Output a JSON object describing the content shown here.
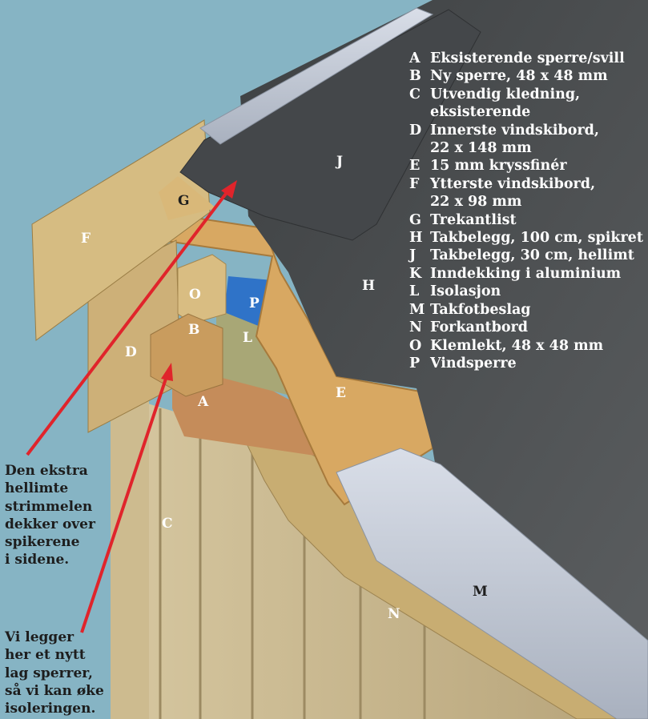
{
  "legend": [
    {
      "code": "A",
      "text": "Eksisterende sperre/svill"
    },
    {
      "code": "B",
      "text": "Ny sperre, 48 x 48 mm"
    },
    {
      "code": "C",
      "text": "Utvendig kledning,\neksisterende"
    },
    {
      "code": "D",
      "text": "Innerste vindskibord,\n22 x 148 mm"
    },
    {
      "code": "E",
      "text": "15 mm kryssfinér"
    },
    {
      "code": "F",
      "text": "Ytterste vindskibord,\n22 x 98 mm"
    },
    {
      "code": "G",
      "text": "Trekantlist"
    },
    {
      "code": "H",
      "text": "Takbelegg, 100 cm, spikret"
    },
    {
      "code": "J",
      "text": "Takbelegg, 30 cm, hellimt"
    },
    {
      "code": "K",
      "text": "Inndekking i aluminium"
    },
    {
      "code": "L",
      "text": "Isolasjon"
    },
    {
      "code": "M",
      "text": "Takfotbeslag"
    },
    {
      "code": "N",
      "text": "Forkantbord"
    },
    {
      "code": "O",
      "text": "Klemlekt, 48 x 48 mm"
    },
    {
      "code": "P",
      "text": "Vindsperre"
    }
  ],
  "callouts": {
    "strip": "Den ekstra\nhellimte\nstrimmelen\ndekker over\nspikerene\ni sidene.",
    "rafters": "Vi legger\nher et nytt\nlag sperrer,\nså vi kan øke\nisoleringen."
  },
  "part_labels": {
    "A": "A",
    "B": "B",
    "C": "C",
    "D": "D",
    "E": "E",
    "F": "F",
    "G": "G",
    "H": "H",
    "J": "J",
    "L": "L",
    "M": "M",
    "N": "N",
    "O": "O",
    "P": "P"
  },
  "colors": {
    "background": "#86b4c4",
    "roofing": "#4b4e50",
    "plywood": "#d8a862",
    "wood": "#c9b383",
    "aluminium": "#c4cbd6",
    "arrow": "#e0242b"
  }
}
